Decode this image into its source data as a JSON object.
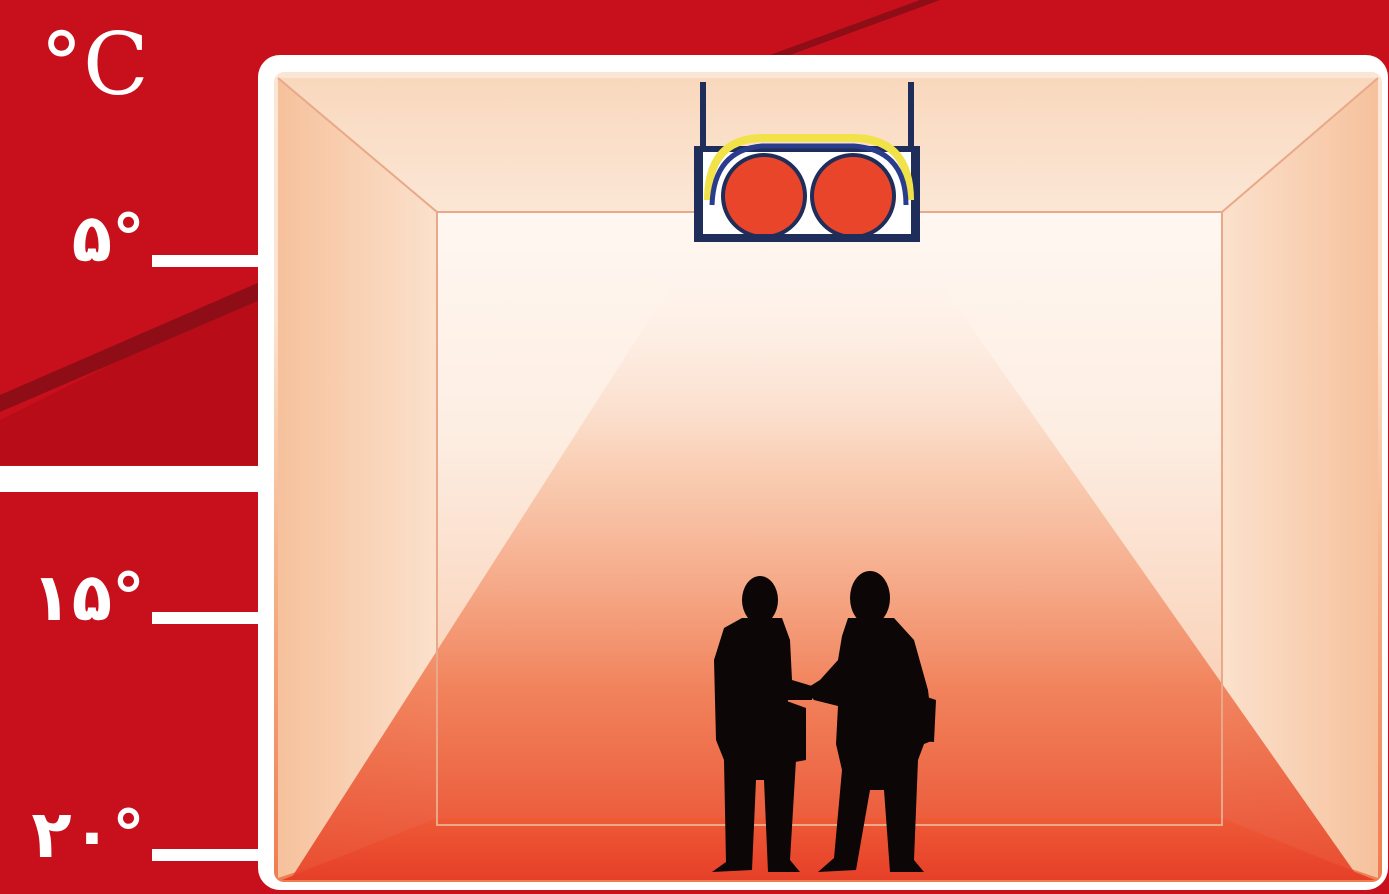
{
  "scale": {
    "unit": "°C",
    "ticks": [
      "۵°",
      "۱۵°",
      "۲۰°"
    ]
  },
  "colors": {
    "background_red": "#c8101c",
    "dark_band": "#8e0d16",
    "panel_border": "#ffffff",
    "heat_low": "#ffffff",
    "heat_high": "#e84a2c",
    "heater_frame": "#1f2d5a",
    "heater_lamp": "#e8452a",
    "heater_reflector": "#f2e24a"
  },
  "icons": [
    "radiant-heater-icon",
    "people-handshake-silhouette-icon"
  ]
}
